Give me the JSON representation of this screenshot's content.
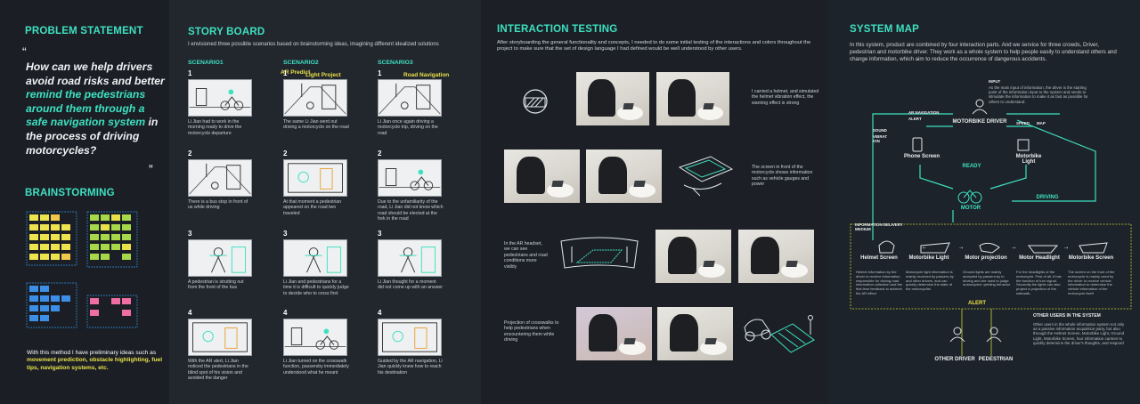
{
  "problem": {
    "heading": "PROBLEM STATEMENT",
    "quote_open": "“",
    "quote_close": "”",
    "quote_part1": "How can we help drivers avoid road risks and better ",
    "quote_highlight": "remind the pedestrians around them through a safe navigation system",
    "quote_part2": " in the process of driving motorcycles?"
  },
  "brainstorm": {
    "heading": "BRAINSTORMING",
    "text_before": "With this method I have preliminary ideas such as ",
    "text_highlight": "movement prediction, obstacle highlighting, fuel tips, navigation systems, etc."
  },
  "storyboard": {
    "heading": "STORY BOARD",
    "intro": "I envisioned three possible scenarios based on brainstorming ideas, imagining different idealized solutions",
    "scenarios": [
      {
        "label": "SCENARIO1",
        "tag": "AR Predict",
        "captions": [
          "Li Jian had to work in the morning ready to drive the motorcycle departure",
          "There is a bus stop in front of us while driving",
          "A pedestrian is strutting out from the front of the bus",
          "With the AR alert, Li Jian noticed the pedestrians in the blind spot of his vision and avoided the danger"
        ]
      },
      {
        "label": "SCENARIO2",
        "tag": "Light Project",
        "captions": [
          "The same Li Jian went out driving a motorcycle on the road",
          "At that moment a pedestrian appeared on the road two traveled",
          "Li Jian and pedestrians for a time it is difficult to quickly judge to decide who to cross first",
          "Li Jian turned on the crosswalk function, passersby immediately understood what he meant"
        ]
      },
      {
        "label": "SCENARIO3",
        "tag": "Road Navigation",
        "captions": [
          "Li Jian once again driving a motorcycle trip, driving on the road",
          "Due to the unfamiliarity of the road, Li Jian did not know which road should be elected at the fork in the road",
          "Li Jian thought for a moment did not come up with an answer",
          "Guided by the AR navigation, Li Jian quickly knew how to reach his destination"
        ]
      }
    ],
    "nums": [
      "1",
      "2",
      "3",
      "4"
    ]
  },
  "testing": {
    "heading": "INTERACTION TESTING",
    "intro": "After storyboarding the general functionality and concepts, I needed to do some initial testing of the interactions and colors throughout the project to make sure that the set of design language I had defined would be well understood by other users.",
    "notes": [
      "I carried a helmet, and simulated the helmet vibration effect, the warning effect is strong",
      "The screen in front of the motorcycle shows information such as vehicle gauges and power",
      "In the AR headset, we can see pedestrians and road conditions more visibly",
      "Projection of crosswalks to help pedestrians when encountering them while driving"
    ]
  },
  "system": {
    "heading": "SYSTEM MAP",
    "intro": "In this system, product are combined by four interaction parts. And we service for three crowds, Driver, pedestrian and motorbike driver. They work as a whole system to help people easily to understand others and change information, which aim to reduce the occurrence of dangerous accidents.",
    "input_label": "INPUT",
    "input_desc": "As the main input of information, the driver is the starting point of the information input to the system and needs to stimulate the information to make it as fast as possible for others to understand.",
    "driver": "MOTORBIKE DRIVER",
    "ar_nav": "AR NAVIGATION",
    "alert": "ALERT",
    "speed": "SPEED",
    "map": "MAP",
    "sound": "SOUND",
    "vibration": "VIBRAT ION",
    "phone": "Phone Screen",
    "mlight": "Motorbike Light",
    "ready": "READY",
    "driving": "DRIVING",
    "motor": "MOTOR",
    "medium": "INFORMATION DELIVERY MEDIUM",
    "outputs": [
      {
        "name": "Helmet Screen",
        "desc": "Helmet information by the driver to receive information, responsible for driving road information collection and the first time feedback to achieve the AR effect"
      },
      {
        "name": "Motorbike Light",
        "desc": "Motorcycle light information is mainly received by passers-by and other drivers, and can quickly determine the state of the motorcyclist"
      },
      {
        "name": "Motor projection",
        "desc": "Ground lights are mainly accepted by passers-by in driving and are used to judge motorcycles' yielding behavior"
      },
      {
        "name": "Motor Headlight",
        "desc": "For the headlights of the motorcycle. First of all, it has the function of turn signal. Secondly the lights can also project a projection of the sidewalk."
      },
      {
        "name": "Motorbike Screen",
        "desc": "The screen on the front of the motorcycle is mainly used by the driver to receive vehicle information to determine the vehicle information of the motorcycle itself"
      }
    ],
    "alert2": "ALERT",
    "other_driver": "OTHER DRIVER",
    "pedestrian": "PEDESTRIAN",
    "others_title": "OTHER USERS IN THE SYSTEM",
    "others_desc": "Other users in the whole information system not only as a passive information acquisition party, but also through the Helmet Screen, Motorbike Light, Ground Light, Motorbike Screen, four information carriers to quickly determine the driver's thoughts, and respond"
  },
  "colors": {
    "accent": "#3ee0c1",
    "highlight": "#e9e14a",
    "text": "#dfe6ea",
    "bg": "#1b1e24"
  }
}
